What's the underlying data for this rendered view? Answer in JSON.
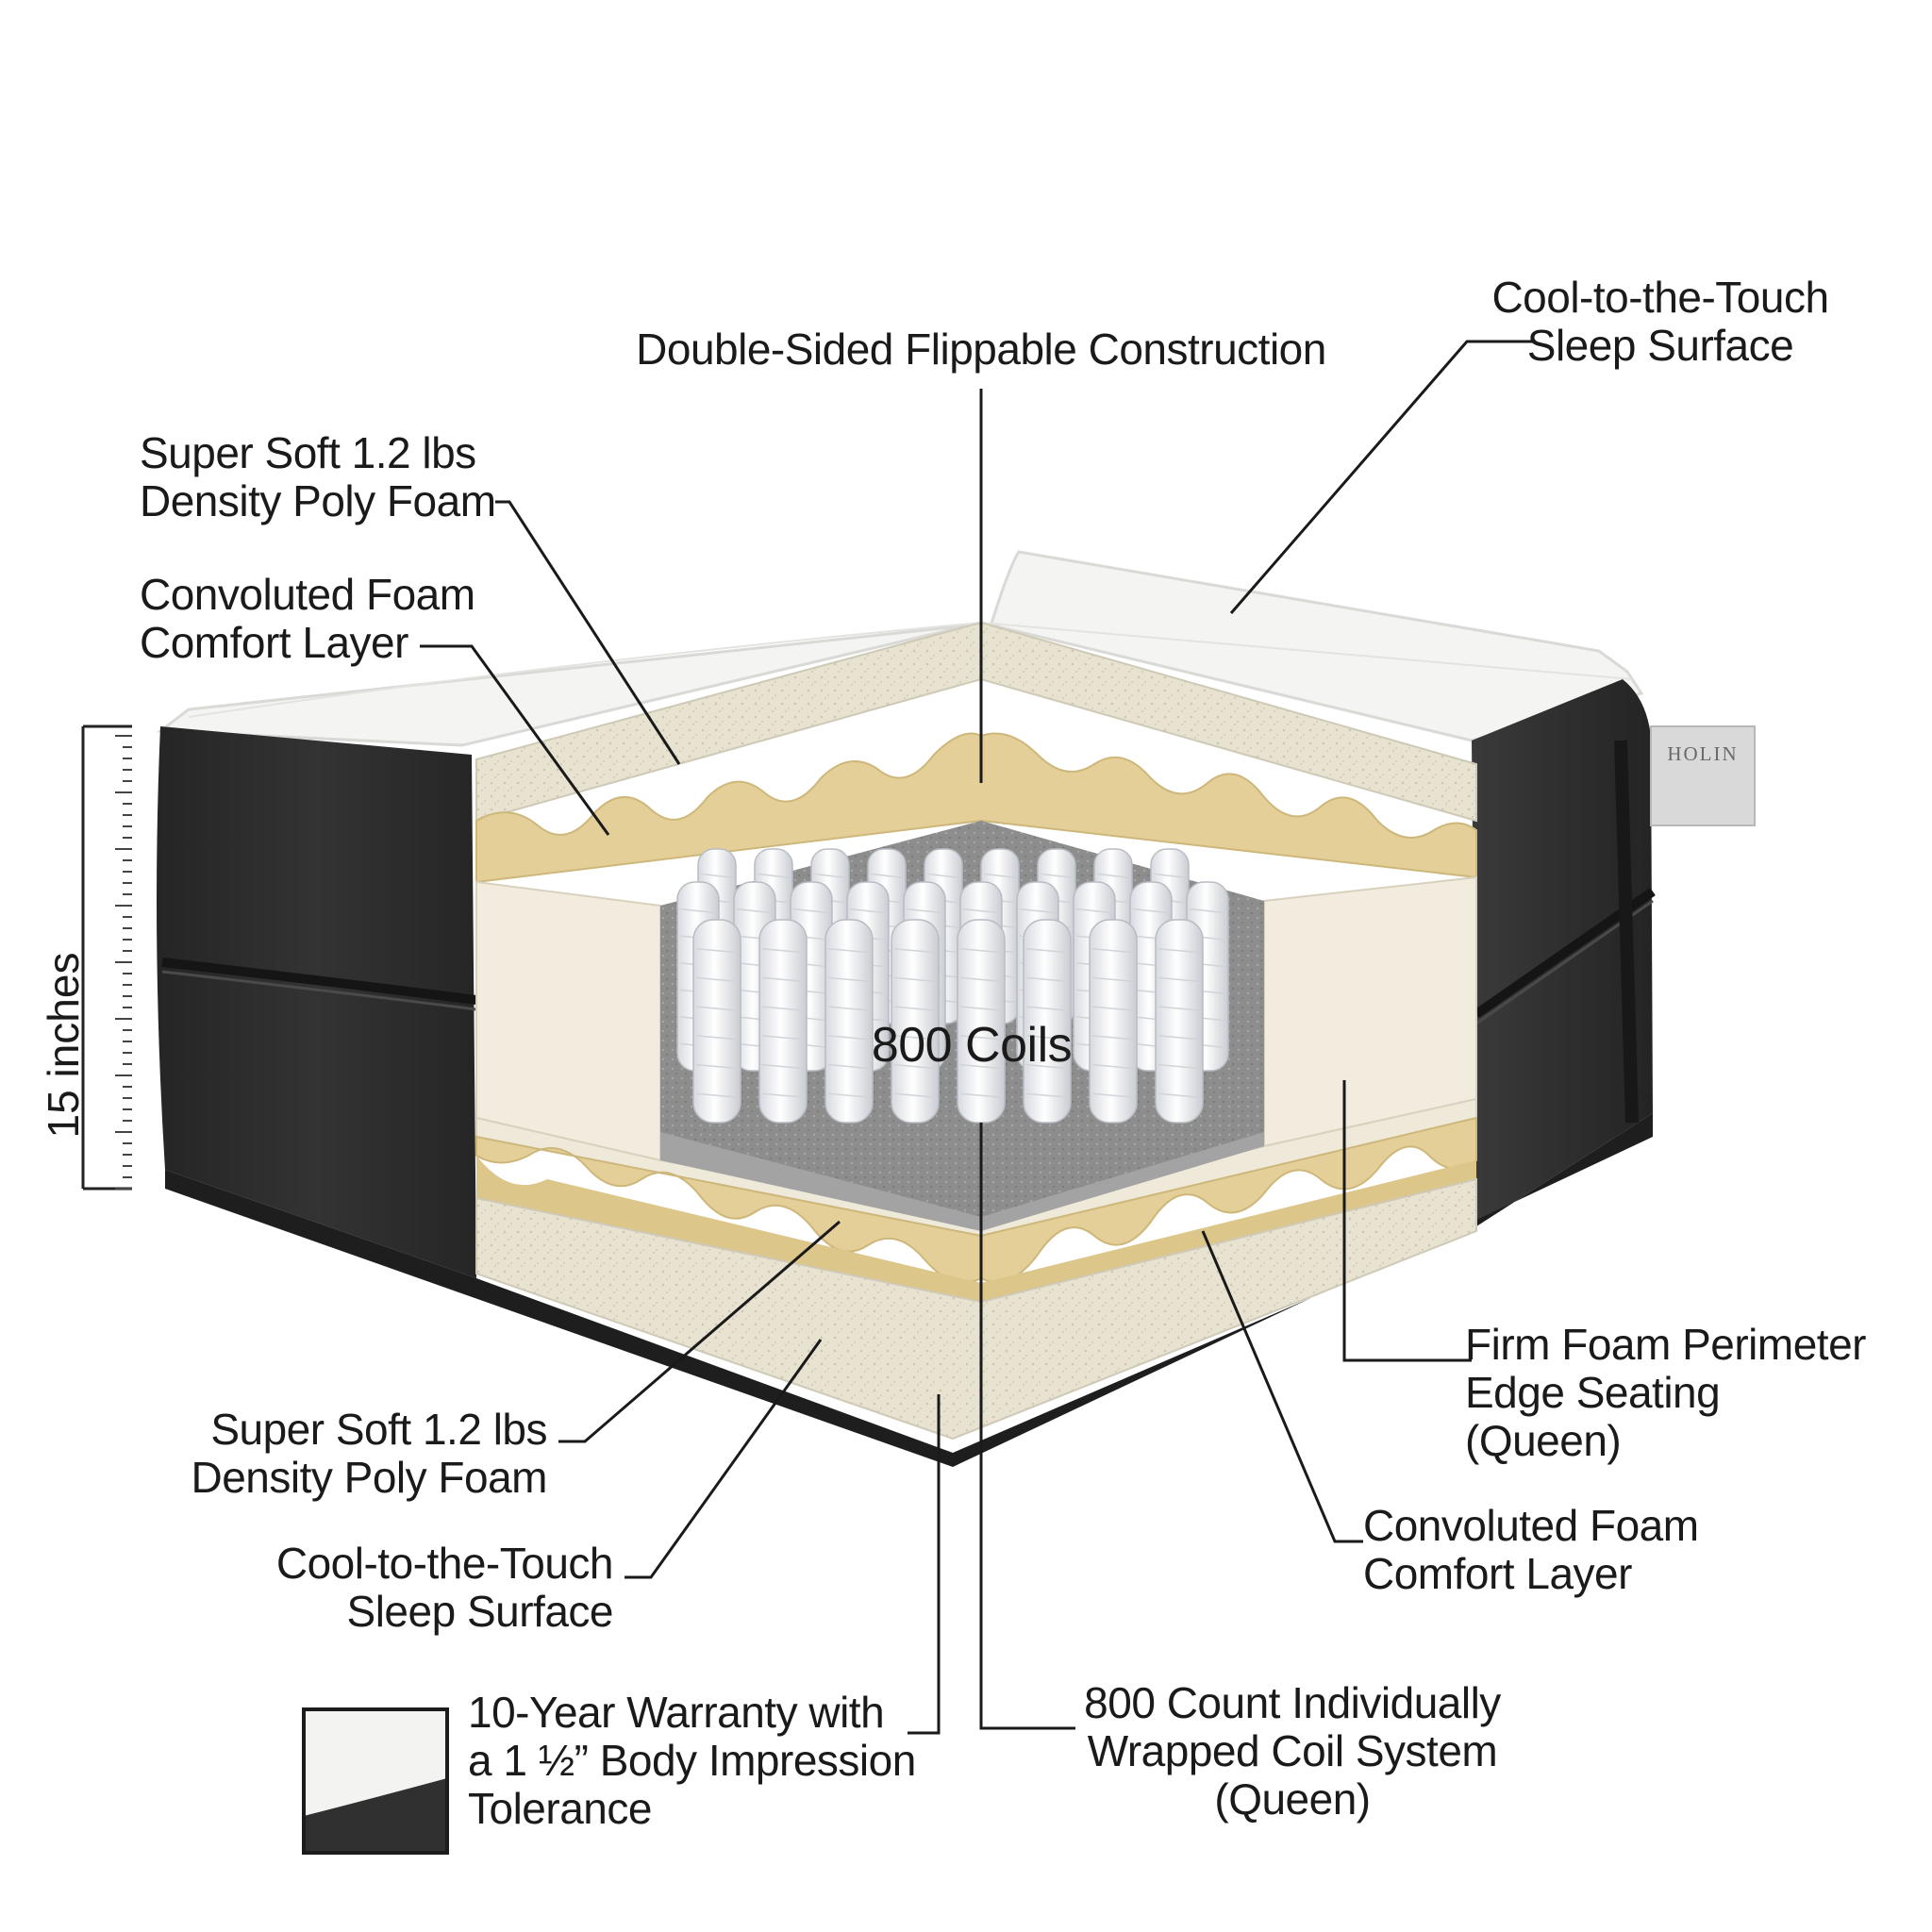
{
  "labels": {
    "top_center": "Double-Sided Flippable Construction",
    "top_right": [
      "Cool-to-the-Touch",
      "Sleep Surface"
    ],
    "left_top_foam": [
      "Super Soft 1.2 lbs",
      "Density Poly Foam"
    ],
    "left_convoluted": [
      "Convoluted Foam",
      "Comfort Layer"
    ],
    "bottom_left_foam": [
      "Super Soft 1.2 lbs",
      "Density Poly Foam"
    ],
    "bottom_left_surface": [
      "Cool-to-the-Touch",
      "Sleep Surface"
    ],
    "right_perimeter": [
      "Firm Foam Perimeter",
      "Edge Seating",
      "(Queen)"
    ],
    "right_convoluted": [
      "Convoluted Foam",
      "Comfort Layer"
    ],
    "coil_system": [
      "800 Count Individually",
      "Wrapped Coil System",
      "(Queen)"
    ],
    "warranty": [
      "10-Year Warranty with",
      "a 1 ½” Body Impression",
      "Tolerance"
    ],
    "coils_center": "800 Coils",
    "height": "15 inches",
    "brand": "HOLIN"
  },
  "icons": {
    "swatch": "mattress-swatch-icon",
    "ruler": "ruler-icon"
  },
  "colors": {
    "fabric_dark": "#2b2b2b",
    "top_quilt": "#f4f4f2",
    "soft_foam": "#e6e0cf",
    "convoluted_foam": "#e4cf98",
    "firm_foam": "#f1ecde",
    "coil_white": "#f5f6f8",
    "base_grey": "#8c8c8c",
    "text": "#1a1a1a"
  }
}
